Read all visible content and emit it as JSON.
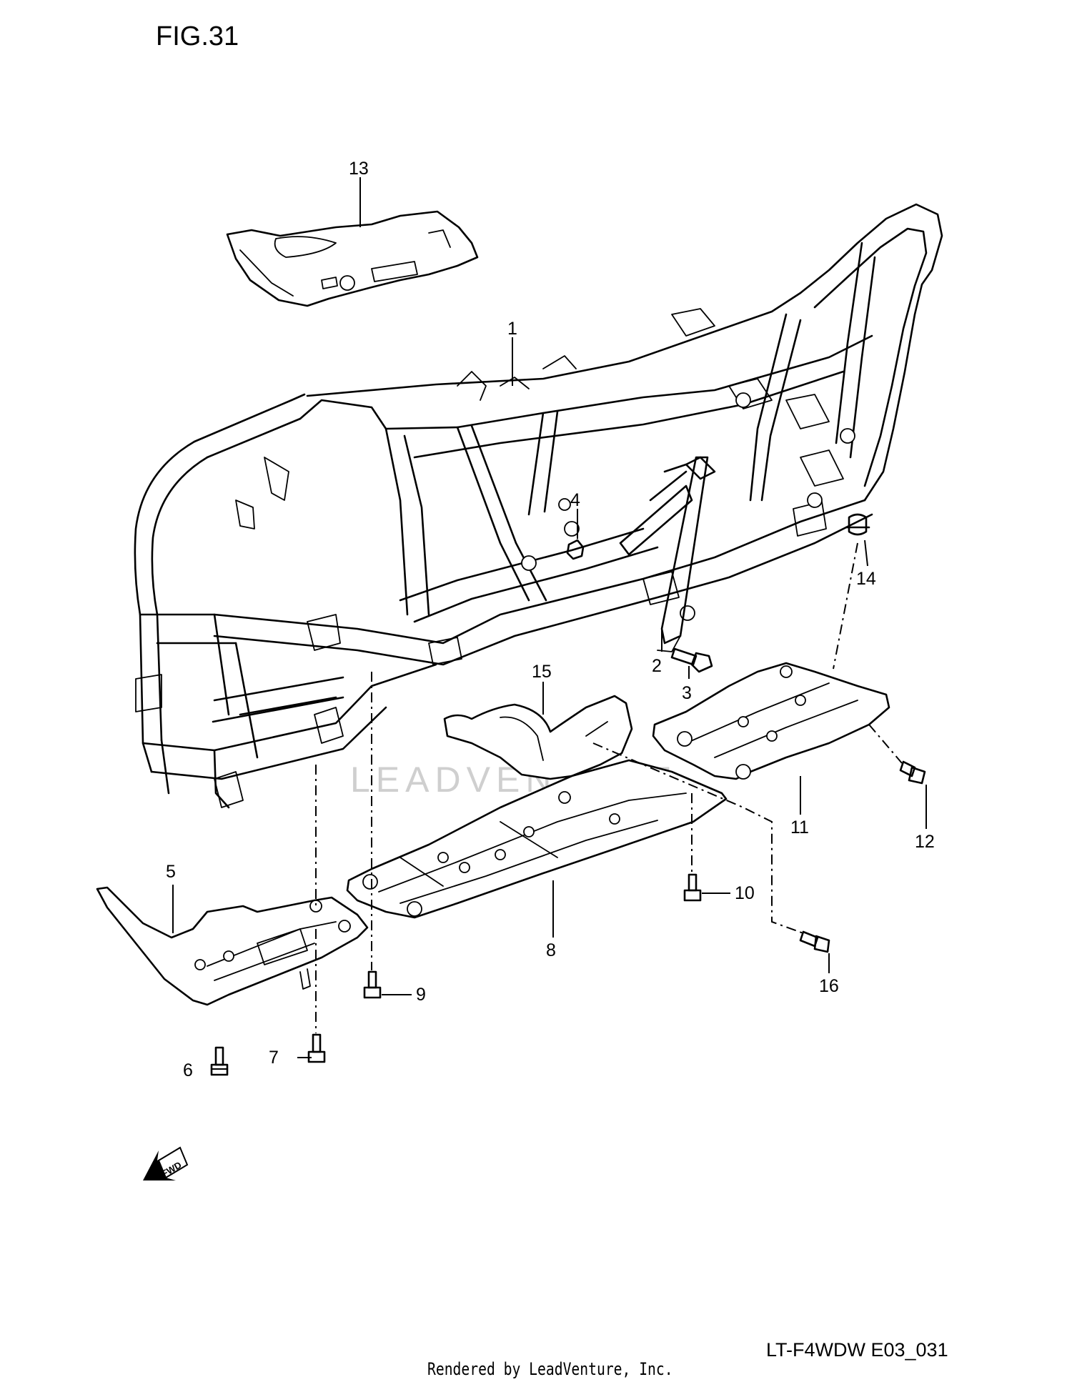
{
  "figure": {
    "title": "FIG.31",
    "code": "LT-F4WDW E03_031",
    "credit": "Rendered by LeadVenture, Inc.",
    "watermark": "LEADVENTURE",
    "direction_label": "FWD"
  },
  "callouts": [
    {
      "id": "1",
      "label": "1"
    },
    {
      "id": "2",
      "label": "2"
    },
    {
      "id": "3",
      "label": "3"
    },
    {
      "id": "4",
      "label": "4"
    },
    {
      "id": "5",
      "label": "5"
    },
    {
      "id": "6",
      "label": "6"
    },
    {
      "id": "7",
      "label": "7"
    },
    {
      "id": "8",
      "label": "8"
    },
    {
      "id": "9",
      "label": "9"
    },
    {
      "id": "10",
      "label": "10"
    },
    {
      "id": "11",
      "label": "11"
    },
    {
      "id": "12",
      "label": "12"
    },
    {
      "id": "13",
      "label": "13"
    },
    {
      "id": "14",
      "label": "14"
    },
    {
      "id": "15",
      "label": "15"
    },
    {
      "id": "16",
      "label": "16"
    }
  ],
  "colors": {
    "ink": "#000000",
    "paper": "#ffffff",
    "watermark": "#cfcfcf"
  }
}
